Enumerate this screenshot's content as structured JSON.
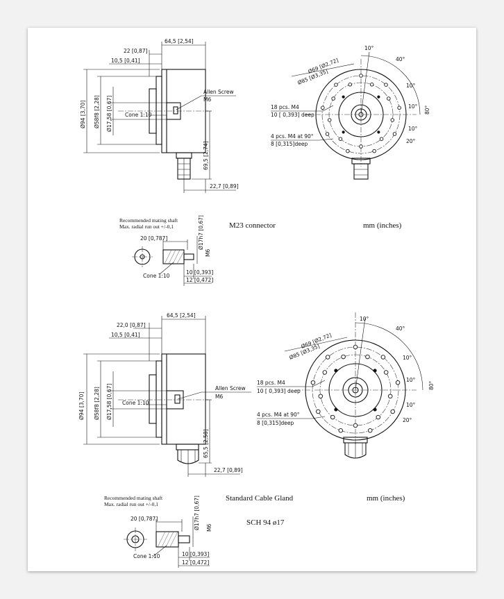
{
  "top": {
    "dims": {
      "d64_5": "64,5 [2,54]",
      "d22": "22 [0,87]",
      "d10_5": "10,5 [0,41]",
      "d94": "Ø94 [3,70]",
      "d58": "Ø58f8 [2,28]",
      "d17": "Ø17,58 [0,67]",
      "cone": "Cone 1:10",
      "allen": "Allen Screw",
      "m6": "M6",
      "d69_5": "69,5 [2,74]",
      "d22_7": "22,7 [0,89]"
    },
    "front": {
      "a10": "10°",
      "a40": "40°",
      "a10b": "10°",
      "a10c": "10°",
      "a80": "80°",
      "a10d": "10°",
      "a20": "20°",
      "d69": "Ø69 [Ø2,72]",
      "d85": "Ø85 [Ø3,35]",
      "pcs18": "18 pcs. M4",
      "deep10": "10 [ 0,393] deep",
      "pcs4": "4 pcs. M4 at 90°",
      "deep8": "8 [0,315]deep"
    },
    "shaft": {
      "rec": "Recommended mating shaft",
      "runout": "Max. radial run out +/-0,1",
      "d20": "20 [0,787]",
      "d17h7": "Ø17h7 [0,67]",
      "m6": "M6",
      "cone": "Cone 1:10",
      "d10": "10 [0,393]",
      "d12": "12 [0,472]"
    },
    "connector": "M23 connector",
    "units": "mm (inches)"
  },
  "bottom": {
    "dims": {
      "d64_5": "64,5 [2,54]",
      "d22": "22,0 [0,87]",
      "d10_5": "10,5 [0,41]",
      "d94": "Ø94 [3,70]",
      "d58": "Ø58f8 [2,28]",
      "d17": "Ø17,58 [0,67]",
      "cone": "Cone 1:10",
      "allen": "Allen Screw",
      "m6": "M6",
      "d65_5": "65,5 [2,58]",
      "d22_7": "22,7 [0,89]"
    },
    "front": {
      "a10": "10°",
      "a40": "40°",
      "a10b": "10°",
      "a10c": "10°",
      "a80": "80°",
      "a10d": "10°",
      "a20": "20°",
      "d69": "Ø69 [Ø2,72]",
      "d85": "Ø85 [Ø3,35]",
      "pcs18": "18 pcs. M4",
      "deep10": "10 [ 0,393] deep",
      "pcs4": "4 pcs. M4 at 90°",
      "deep8": "8 [0,315]deep"
    },
    "shaft": {
      "rec": "Recommended mating shaft",
      "runout": "Max. radial run out +/-0,1",
      "d20": "20 [0,787]",
      "d17h7": "Ø17h7 [0,67]",
      "m6": "M6",
      "cone": "Cone 1:10",
      "d10": "10 [0,393]",
      "d12": "12 [0,472]"
    },
    "gland": "Standard Cable Gland",
    "units": "mm (inches)",
    "model": "SCH 94 ø17"
  }
}
